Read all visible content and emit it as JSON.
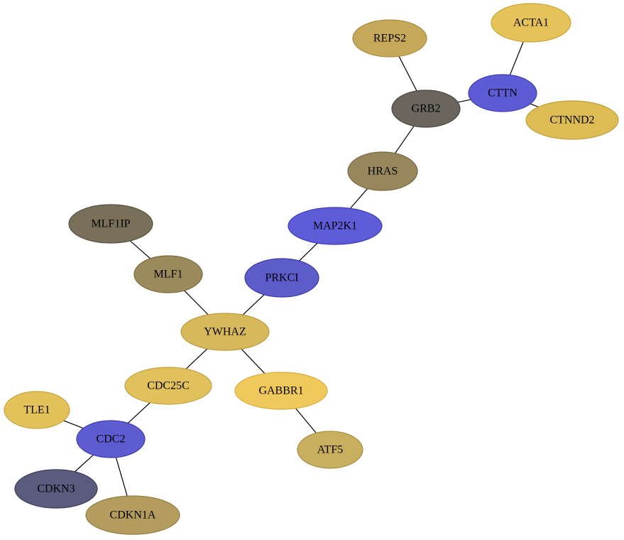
{
  "graph": {
    "nodes": [
      {
        "id": "ACTA1",
        "label": "ACTA1",
        "fill": "#e5c35a",
        "stroke": "#c9a53a"
      },
      {
        "id": "REPS2",
        "label": "REPS2",
        "fill": "#c6a85a",
        "stroke": "#a88c3e"
      },
      {
        "id": "CTTN",
        "label": "CTTN",
        "fill": "#5d5bd6",
        "stroke": "#3c3ab0"
      },
      {
        "id": "GRB2",
        "label": "GRB2",
        "fill": "#6b665d",
        "stroke": "#4a463f"
      },
      {
        "id": "CTNND2",
        "label": "CTNND2",
        "fill": "#ddbc56",
        "stroke": "#bfa03a"
      },
      {
        "id": "HRAS",
        "label": "HRAS",
        "fill": "#98875c",
        "stroke": "#776840"
      },
      {
        "id": "MAP2K1",
        "label": "MAP2K1",
        "fill": "#5e5cd8",
        "stroke": "#3c3ab2"
      },
      {
        "id": "MLF1IP",
        "label": "MLF1IP",
        "fill": "#7a705a",
        "stroke": "#58503e"
      },
      {
        "id": "MLF1",
        "label": "MLF1",
        "fill": "#9b8a5c",
        "stroke": "#7a6b40"
      },
      {
        "id": "PRKCI",
        "label": "PRKCI",
        "fill": "#5e5ccb",
        "stroke": "#3c3aa6"
      },
      {
        "id": "YWHAZ",
        "label": "YWHAZ",
        "fill": "#d7b95c",
        "stroke": "#b89c40"
      },
      {
        "id": "CDC25C",
        "label": "CDC25C",
        "fill": "#e0c15c",
        "stroke": "#c2a340"
      },
      {
        "id": "GABBR1",
        "label": "GABBR1",
        "fill": "#efc95c",
        "stroke": "#d3ad40"
      },
      {
        "id": "TLE1",
        "label": "TLE1",
        "fill": "#e3c25c",
        "stroke": "#c5a440"
      },
      {
        "id": "CDC2",
        "label": "CDC2",
        "fill": "#5e5cd0",
        "stroke": "#3c3aac"
      },
      {
        "id": "ATF5",
        "label": "ATF5",
        "fill": "#c8ae5f",
        "stroke": "#aa9043"
      },
      {
        "id": "CDKN3",
        "label": "CDKN3",
        "fill": "#5b5b7e",
        "stroke": "#3d3d5e"
      },
      {
        "id": "CDKN1A",
        "label": "CDKN1A",
        "fill": "#b39c5e",
        "stroke": "#947e42"
      }
    ],
    "edges": [
      [
        "ACTA1",
        "CTTN"
      ],
      [
        "REPS2",
        "GRB2"
      ],
      [
        "CTTN",
        "GRB2"
      ],
      [
        "CTTN",
        "CTNND2"
      ],
      [
        "GRB2",
        "HRAS"
      ],
      [
        "HRAS",
        "MAP2K1"
      ],
      [
        "MAP2K1",
        "PRKCI"
      ],
      [
        "MLF1IP",
        "MLF1"
      ],
      [
        "MLF1",
        "YWHAZ"
      ],
      [
        "PRKCI",
        "YWHAZ"
      ],
      [
        "YWHAZ",
        "CDC25C"
      ],
      [
        "YWHAZ",
        "GABBR1"
      ],
      [
        "CDC25C",
        "CDC2"
      ],
      [
        "GABBR1",
        "ATF5"
      ],
      [
        "TLE1",
        "CDC2"
      ],
      [
        "CDC2",
        "CDKN3"
      ],
      [
        "CDC2",
        "CDKN1A"
      ]
    ]
  }
}
